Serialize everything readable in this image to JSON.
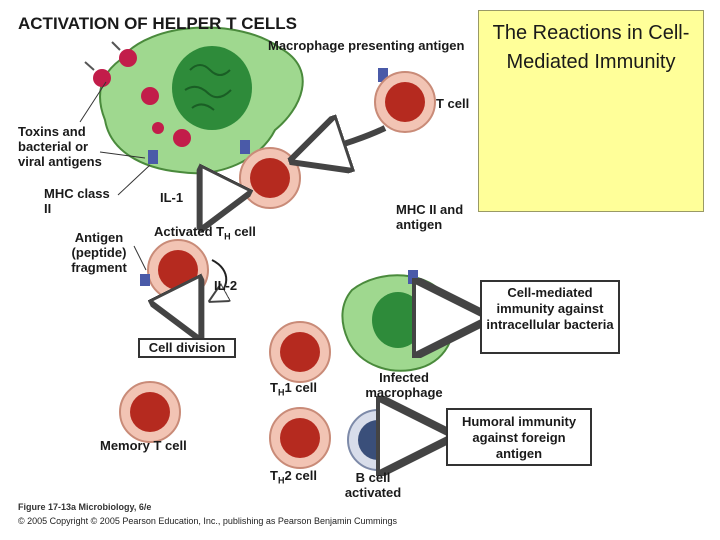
{
  "header": {
    "title": "ACTIVATION OF HELPER T CELLS"
  },
  "slide_box": {
    "text": "The Reactions in Cell-Mediated Immunity"
  },
  "labels": {
    "macrophage": "Macrophage presenting antigen",
    "t_cell": "T cell",
    "toxins": "Toxins and bacterial or viral antigens",
    "mhc_class_ii": "MHC class II",
    "il1": "IL-1",
    "activated_th": "Activated T",
    "activated_th_sub": "H",
    "activated_th_suffix": " cell",
    "antigen_fragment": "Antigen (peptide) fragment",
    "il2": "IL-2",
    "mhc_ii_antigen": "MHC II and antigen",
    "infected_macrophage": "Infected macrophage",
    "th1": "T",
    "th1_sub": "H",
    "th1_suffix": "1 cell",
    "memory_t": "Memory T cell",
    "th2": "T",
    "th2_sub": "H",
    "th2_suffix": "2 cell",
    "b_cell": "B cell activated"
  },
  "boxes": {
    "cell_division": "Cell division",
    "cell_mediated": "Cell-mediated immunity against intracellular bacteria",
    "humoral": "Humoral immunity against foreign antigen"
  },
  "footer": {
    "figure": "Figure 17-13a Microbiology, 6/e",
    "copyright": "© 2005 Copyright © 2005 Pearson Education, Inc., publishing as Pearson Benjamin Cummings"
  },
  "colors": {
    "macrophage_fill": "#9fd88f",
    "nucleus": "#2e8b3a",
    "t_cell_fill": "#f2c4b4",
    "t_cell_nucleus": "#b52a1f",
    "b_cell_nucleus": "#3a4f7a",
    "slide_box": "#ffff99"
  }
}
